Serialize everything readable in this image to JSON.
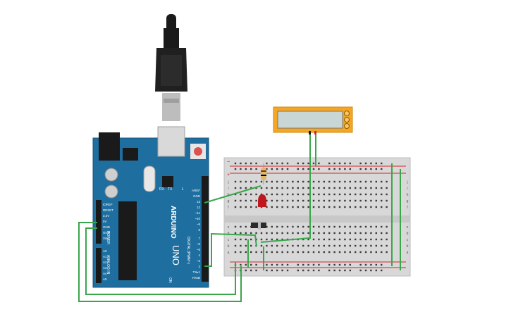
{
  "arduino": {
    "brand": "ARDUINO",
    "model": "UNO",
    "power_header_title": "POWER",
    "analog_header_title": "ANALOG IN",
    "digital_header_title": "DIGITAL (PWM~)",
    "on_label": "ON",
    "tx_label": "TX",
    "rx_label": "RX",
    "l_label": "L",
    "power_pins": [
      "IOREF",
      "RESET",
      "3.3V",
      "5V",
      "GND",
      "GND",
      "Vin"
    ],
    "analog_pins": [
      "A0",
      "A1",
      "A2",
      "A3",
      "A4",
      "A5"
    ],
    "top_digital_pins": [
      "AREF",
      "GND",
      "13",
      "12",
      "~11",
      "~10",
      "~9",
      "8"
    ],
    "bottom_digital_pins": [
      "7",
      "~6",
      "~5",
      "4",
      "~3",
      "2",
      "TX▸1",
      "RX◂0"
    ]
  },
  "breadboard": {
    "row_letters_top": [
      "j",
      "i",
      "h",
      "g",
      "f"
    ],
    "row_letters_bottom": [
      "e",
      "d",
      "c",
      "b",
      "a"
    ],
    "rail_plus": "+",
    "rail_minus": "−"
  },
  "colors": {
    "arduino_board": "#1e6e9f",
    "wire": "#3aa64a",
    "rail_red": "#d2262e",
    "breadboard": "#d8d8d8",
    "lcd_frame": "#f5a623"
  }
}
